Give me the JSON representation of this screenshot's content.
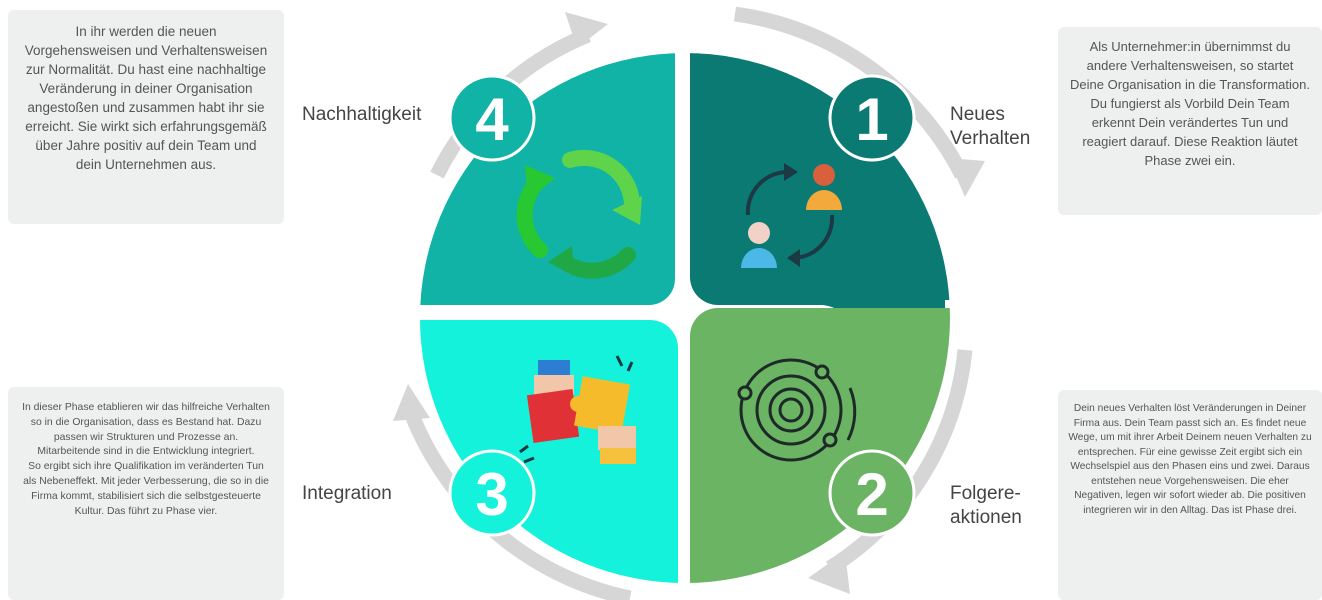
{
  "phases": [
    {
      "number": "1",
      "label": "Neues\nVerhalten",
      "description": "Als Unternehmer:in übernimmst du andere Verhaltensweisen, so startet Deine Organisation in die Transformation. Du fungierst als Vorbild Dein Team erkennt Dein verändertes Tun und reagiert darauf. Diese Reaktion läutet Phase zwei ein.",
      "color": "#0a7a73",
      "icon": "people-exchange-icon"
    },
    {
      "number": "2",
      "label": "Folgere-\naktionen",
      "description": "Dein neues Verhalten löst Veränderungen in Deiner Firma aus. Dein Team passt sich an. Es findet neue Wege, um mit ihrer Arbeit Deinem neuen Verhalten zu entsprechen. Für eine gewisse Zeit ergibt sich ein Wechselspiel aus den Phasen eins und zwei. Daraus entstehen neue Vorgehensweisen. Die eher Negativen, legen wir sofort wieder ab. Die positiven integrieren wir in den Alltag. Das ist Phase drei.",
      "color": "#6ab464",
      "icon": "orbit-icon"
    },
    {
      "number": "3",
      "label": "Integration",
      "description": "In dieser Phase etablieren wir das hilfreiche Verhalten so in die Organisation, dass es Bestand hat. Dazu passen wir Strukturen und Prozesse an. Mitarbeitende sind in die Entwicklung integriert.\nSo ergibt sich ihre Qualifikation im veränderten Tun als Nebeneffekt. Mit jeder Verbesserung, die so in die Firma kommt, stabilisiert sich die selbstgesteuerte Kultur. Das führt zu Phase vier.",
      "color": "#14f2db",
      "icon": "puzzle-hands-icon"
    },
    {
      "number": "4",
      "label": "Nachhaltigkeit",
      "description": "In ihr werden die neuen Vorgehensweisen und Verhaltensweisen zur Normalität. Du hast eine nachhaltige Veränderung in deiner Organisation angestoßen und zusammen habt ihr sie erreicht. Sie wirkt sich erfahrungsgemäß über Jahre positiv auf dein Team und dein Unternehmen aus.",
      "color": "#10b3a5",
      "icon": "recycle-icon"
    }
  ],
  "arrow_color": "#d6d6d6"
}
